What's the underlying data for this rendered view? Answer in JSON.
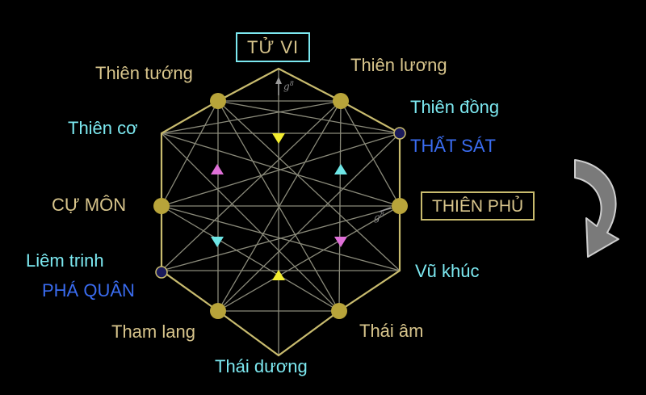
{
  "labels": {
    "tu_vi": "TỬ VI",
    "thien_luong": "Thiên lương",
    "thien_dong": "Thiên đồng",
    "that_sat": "THẤT SÁT",
    "thien_phu": "THIÊN PHỦ",
    "vu_khuc": "Vũ khúc",
    "thai_am": "Thái âm",
    "thai_duong": "Thái dương",
    "tham_lang": "Tham lang",
    "liem_trinh": "Liêm trinh",
    "pha_quan": "PHÁ QUÂN",
    "cu_mon": "CỰ MÔN",
    "thien_co": "Thiên cơ",
    "thien_tuong": "Thiên tướng",
    "g8_top": "g",
    "g8_top_sup": "8",
    "g8_right": "g",
    "g8_right_sup": "8"
  },
  "colors": {
    "background": "#000000",
    "frame": "#c8bb6e",
    "lines": "#8a8a7a",
    "node_gold": "#b8a43a",
    "node_dark": "#1a1a5a",
    "arrow_magenta": "#e070d8",
    "arrow_cyan": "#6ee6e6",
    "arrow_yellow": "#f2ec30",
    "label_gold": "#d8c58c",
    "label_cyan": "#7ce8f0",
    "label_blue": "#3a6cf0",
    "curved_arrow": "#9a9a9a"
  }
}
